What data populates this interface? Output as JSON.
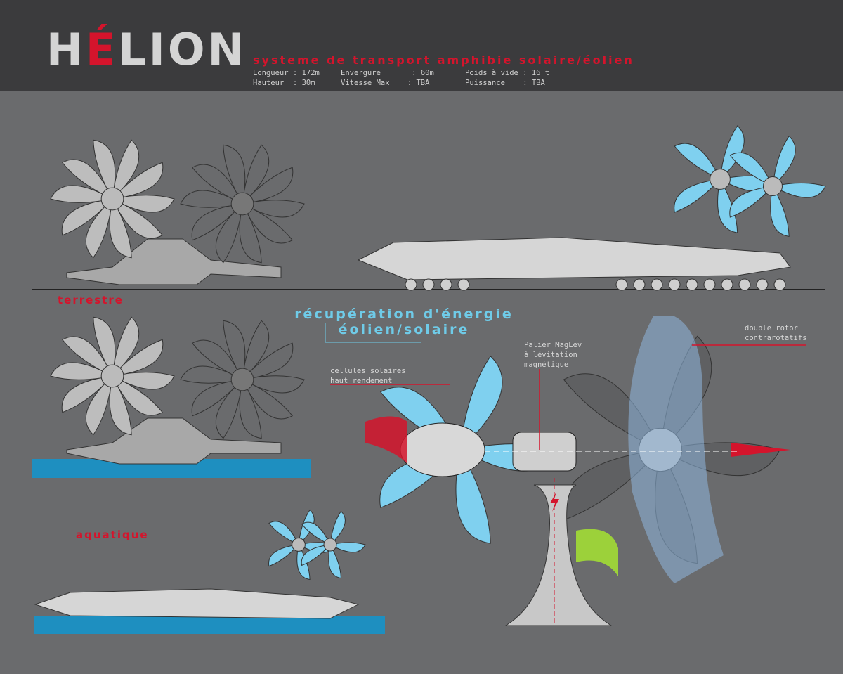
{
  "header": {
    "logo": {
      "prefix": "H",
      "accent": "É",
      "suffix": "LION"
    },
    "subtitle": "systeme de transport amphibie solaire/éolien",
    "specs": [
      {
        "label": "Longueur",
        "value": "172m"
      },
      {
        "label": "Hauteur",
        "value": "30m"
      },
      {
        "label": "Envergure",
        "value": "60m"
      },
      {
        "label": "Vitesse Max",
        "value": "TBA"
      },
      {
        "label": "Poids à vide",
        "value": "16 t"
      },
      {
        "label": "Puissance",
        "value": "TBA"
      }
    ]
  },
  "modes": {
    "land": "terrestre",
    "water": "aquatique"
  },
  "energy": {
    "title_line1": "récupération d'énergie",
    "title_line2": "éolien/solaire"
  },
  "notes": {
    "solar": "cellules solaires\nhaut rendement",
    "maglev": "Palier MagLev\nà lévitation\nmagnétique",
    "rotor": "double rotor\ncontrarotatifs"
  },
  "colors": {
    "accent": "#d4142c",
    "blade": "#7fd0ef",
    "water": "#1e8fc0",
    "header": "#3b3b3d",
    "background": "#6a6b6d"
  }
}
